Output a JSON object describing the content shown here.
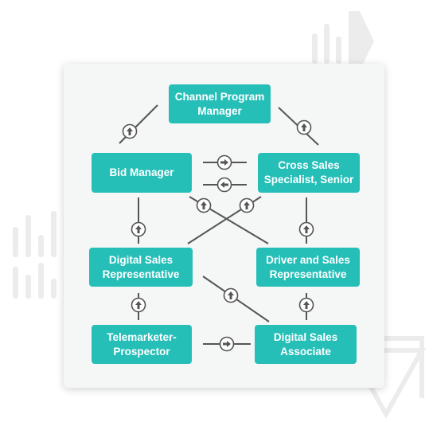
{
  "colors": {
    "node": "#26bfb8",
    "line": "#555555",
    "card": "#f5f6f6",
    "decoration": "#ececec"
  },
  "nodes": {
    "channel_program_manager": "Channel Program\nManager",
    "bid_manager": "Bid Manager",
    "cross_sales_specialist": "Cross Sales\nSpecialist, Senior",
    "digital_sales_representative": "Digital Sales\nRepresentative",
    "driver_and_sales_representative": "Driver and Sales\nRepresentative",
    "telemarketer_prospector": "Telemarketer-\nProspector",
    "digital_sales_associate": "Digital Sales\nAssociate"
  },
  "icons": {
    "up": "arrow-up-circle-icon",
    "right": "arrow-right-circle-icon",
    "left": "arrow-left-circle-icon"
  }
}
